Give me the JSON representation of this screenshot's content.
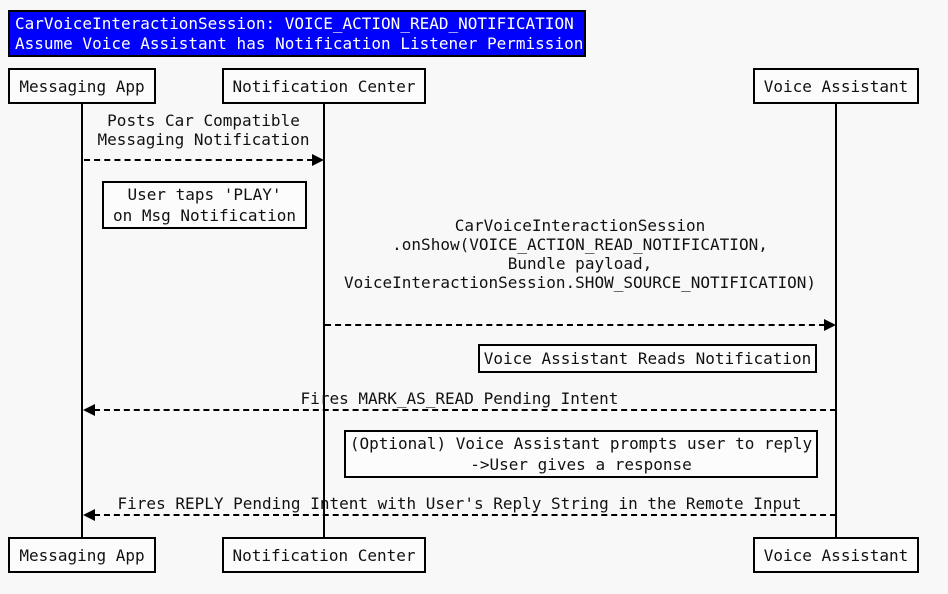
{
  "colors": {
    "title-bg": "#0000fd",
    "title-text": "#ffffff",
    "line": "#000000",
    "bg": "#f8f8f8",
    "box-fill": "#fcfcfc"
  },
  "title": {
    "line1": "CarVoiceInteractionSession: VOICE_ACTION_READ_NOTIFICATION",
    "line2": "Assume Voice Assistant has Notification Listener Permission"
  },
  "participants": {
    "messaging_app": "Messaging App",
    "notification_center": "Notification Center",
    "voice_assistant": "Voice Assistant"
  },
  "messages": {
    "post_notification": "Posts Car Compatible\nMessaging Notification",
    "on_show": "CarVoiceInteractionSession\n.onShow(VOICE_ACTION_READ_NOTIFICATION,\nBundle payload,\nVoiceInteractionSession.SHOW_SOURCE_NOTIFICATION)",
    "mark_as_read": "Fires MARK_AS_READ Pending Intent",
    "reply": "Fires REPLY Pending Intent with User's Reply String in the Remote Input"
  },
  "notes": {
    "user_taps_play": "User taps 'PLAY'\non Msg Notification",
    "reads_notification": "Voice Assistant Reads Notification",
    "optional_prompt": "(Optional) Voice Assistant prompts user to reply\n->User gives a response"
  }
}
